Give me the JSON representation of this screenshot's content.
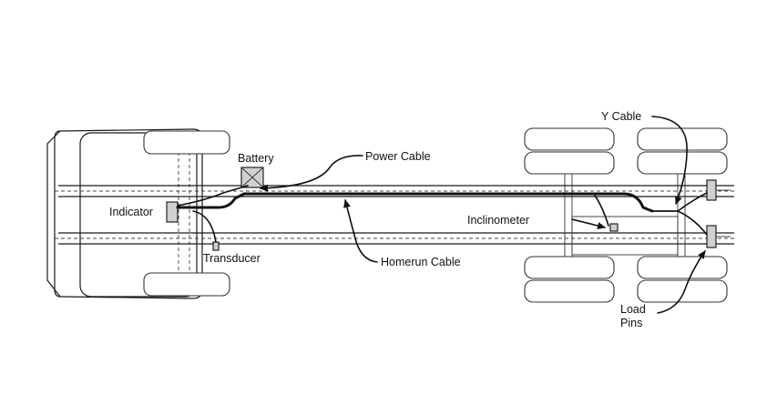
{
  "labels": {
    "battery": "Battery",
    "power_cable": "Power Cable",
    "indicator": "Indicator",
    "transducer": "Transducer",
    "homerun_cable": "Homerun Cable",
    "inclinometer": "Inclinometer",
    "y_cable": "Y Cable",
    "load_pins_line1": "Load",
    "load_pins_line2": "Pins"
  }
}
